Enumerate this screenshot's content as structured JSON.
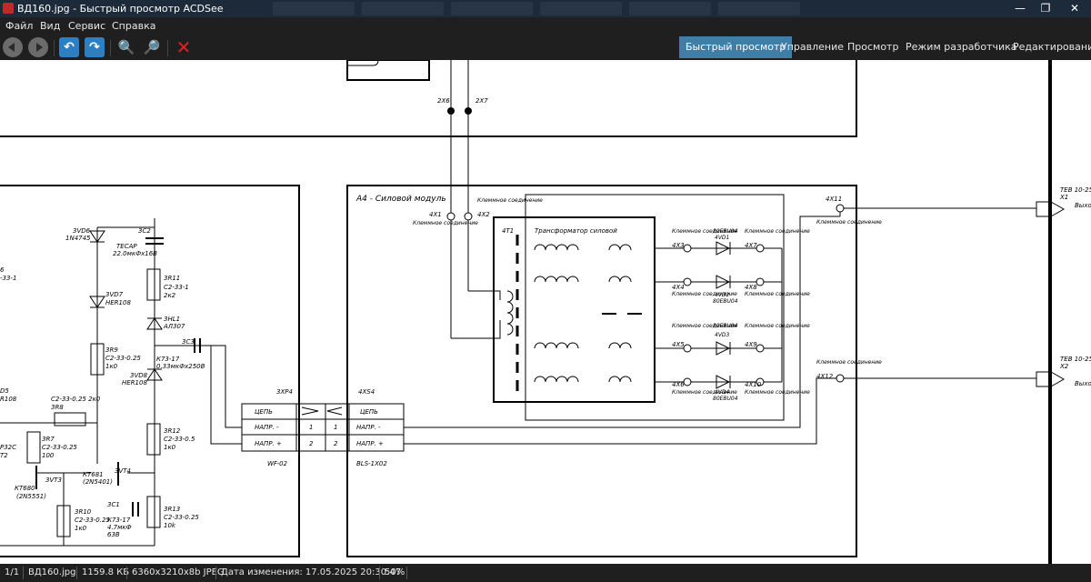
{
  "window": {
    "title": "ВД160.jpg - Быстрый просмотр ACDSee",
    "controls": {
      "minimize": "—",
      "maximize": "❐",
      "close": "✕"
    }
  },
  "menu": [
    {
      "label": "Файл"
    },
    {
      "label": "Вид"
    },
    {
      "label": "Сервис"
    },
    {
      "label": "Справка"
    }
  ],
  "toolbar": {
    "icons": [
      "back-icon",
      "forward-icon",
      "rotate-left-icon",
      "rotate-right-icon",
      "zoom-in-icon",
      "zoom-out-icon",
      "delete-icon"
    ]
  },
  "modes": [
    {
      "label": "Быстрый просмотр",
      "active": true
    },
    {
      "label": "Управление",
      "active": false
    },
    {
      "label": "Просмотр",
      "active": false
    },
    {
      "label": "Режим разработчика",
      "active": false
    },
    {
      "label": "Редактирование",
      "active": false
    }
  ],
  "status": {
    "index": "1/1",
    "filename": "ВД160.jpg",
    "filesize": "1159.8 КБ",
    "dimensions": "6360x3210x8b JPEG",
    "modified": "Дата изменения: 17.05.2025 20:30:47",
    "zoom": "50%"
  },
  "schematic": {
    "connector_top_left": "2X6",
    "connector_top_right": "2X7",
    "module_title": "А4 - Силовой модуль",
    "terminal_label": "Клеммное соединение",
    "pin_4x1": "4X1",
    "pin_4x2": "4X2",
    "transformer_ref": "4T1",
    "transformer_name": "Трансформатор силовой",
    "diodes": [
      {
        "in": "4X3",
        "ref": "4VD1",
        "part": "80EBU04",
        "out": "4X7"
      },
      {
        "in": "4X4",
        "ref": "4VD2",
        "part": "80EBU04",
        "out": "4X8"
      },
      {
        "in": "4X5",
        "ref": "4VD3",
        "part": "80EBU04",
        "out": "4X9"
      },
      {
        "in": "4X6",
        "ref": "4VD4",
        "part": "80EBU04",
        "out": "4X10"
      }
    ],
    "pin_4x11": "4X11",
    "pin_4x12": "4X12",
    "outputs": [
      {
        "label": "ТЕВ 10-25",
        "pin": "X1",
        "side": "Выхо"
      },
      {
        "label": "ТЕВ 10-25",
        "pin": "X2",
        "side": "Выхо"
      }
    ],
    "connector_plug": {
      "ref": "3XP4",
      "part": "WF-02"
    },
    "connector_socket": {
      "ref": "4XS4",
      "part": "BLS-1X02"
    },
    "connector_rows": [
      {
        "name": "ЦЕПЬ",
        "num": ""
      },
      {
        "name": "НАПР. -",
        "num": "1"
      },
      {
        "name": "НАПР. +",
        "num": "2"
      }
    ],
    "left_parts": {
      "vd6": "3VD6",
      "vd6_part": "1N4745",
      "c2": "3C2",
      "c2_part": "ТЕСАР",
      "c2_val": "22.0мкФх16В",
      "r11": "3R11",
      "r11_part": "С2-33-1",
      "r11_val": "2к2",
      "vd7": "3VD7",
      "vd7_part": "HER108",
      "hl1": "3HL1",
      "hl1_part": "АЛ307",
      "r9": "3R9",
      "r9_part": "С2-33-0.25",
      "r9_val": "1к0",
      "c3": "3C3",
      "c3_part": "К73-17",
      "c3_val": "0.33мкФх250В",
      "vd8": "3VD8",
      "vd8_part": "HER108",
      "r8": "3R8",
      "r8_part": "С2-33-0.25 2к0",
      "r12": "3R12",
      "r12_part": "С2-33-0.5",
      "r12_val": "1к0",
      "r7": "3R7",
      "r7_part": "С2-33-0.25",
      "r7_val": "100",
      "vt3": "3VT3",
      "vt3_part": "КТ680",
      "vt3_sub": "(2N5551)",
      "vt4": "3VT4",
      "vt4_part": "КТ681",
      "vt4_sub": "(2N5401)",
      "r10": "3R10",
      "r10_part": "С2-33-0.25",
      "r10_val": "1к0",
      "c1": "3C1",
      "c1_part": "К73-17",
      "c1_val": "4.7мкФ",
      "c1_volt": "63В",
      "r13": "3R13",
      "r13_part": "С2-33-0.25",
      "r13_val": "10k",
      "cut_6": "6",
      "cut_33": "-33-1",
      "cut_d5": "D5",
      "cut_r108": "R108",
      "cut_p32": "P32C",
      "cut_t2": "T2"
    }
  }
}
